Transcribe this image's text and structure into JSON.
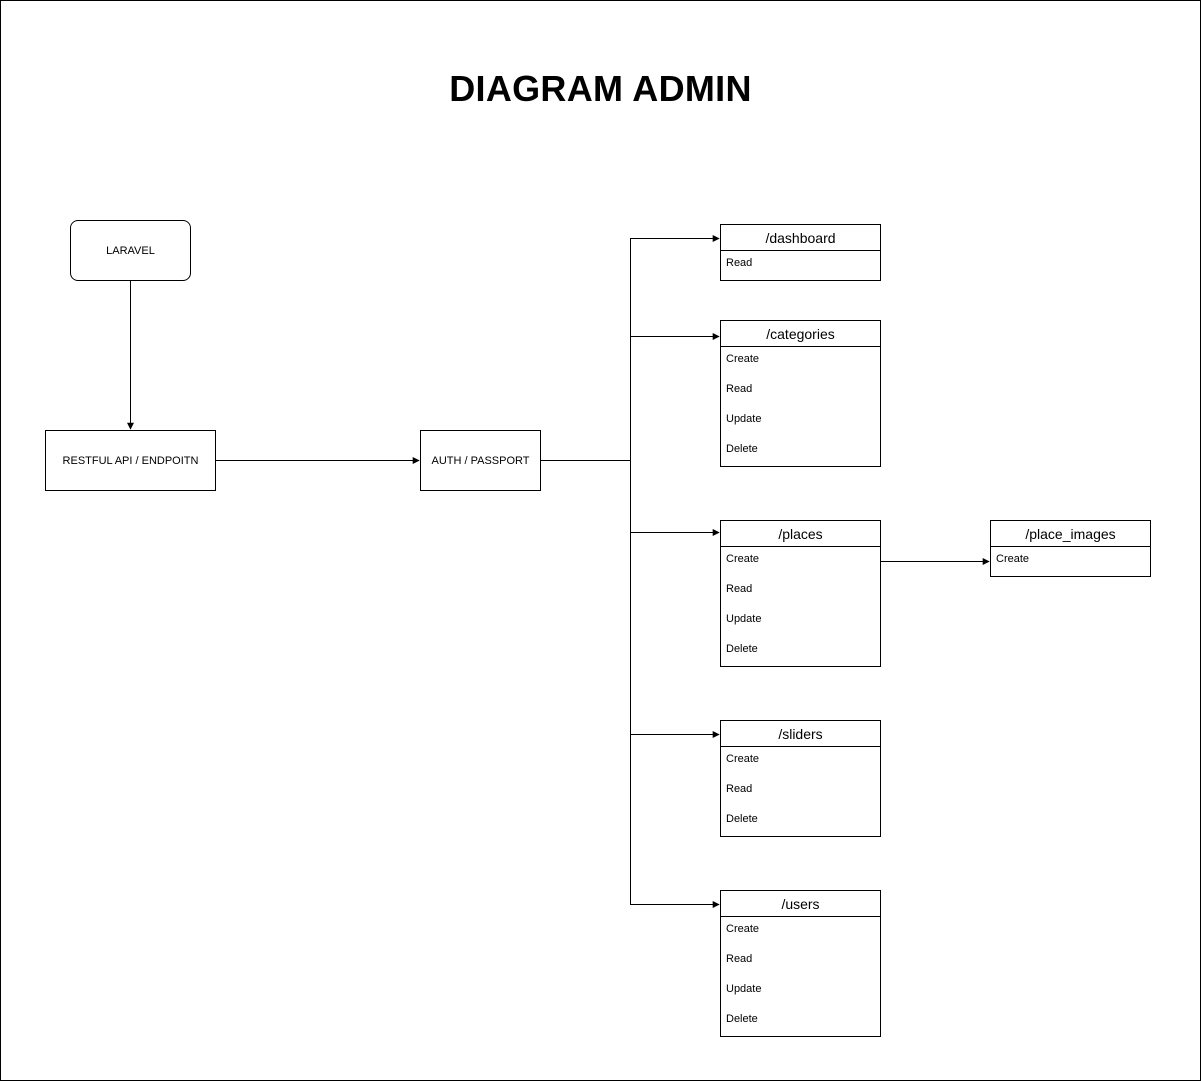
{
  "title": "DIAGRAM ADMIN",
  "nodes": {
    "laravel": "LARAVEL",
    "restful_api": "RESTFUL API / ENDPOITN",
    "auth": "AUTH / PASSPORT"
  },
  "entities": {
    "dashboard": {
      "name": "/dashboard",
      "ops": [
        "Read"
      ]
    },
    "categories": {
      "name": "/categories",
      "ops": [
        "Create",
        "Read",
        "Update",
        "Delete"
      ]
    },
    "places": {
      "name": "/places",
      "ops": [
        "Create",
        "Read",
        "Update",
        "Delete"
      ]
    },
    "place_images": {
      "name": "/place_images",
      "ops": [
        "Create"
      ]
    },
    "sliders": {
      "name": "/sliders",
      "ops": [
        "Create",
        "Read",
        "Delete"
      ]
    },
    "users": {
      "name": "/users",
      "ops": [
        "Create",
        "Read",
        "Update",
        "Delete"
      ]
    }
  }
}
